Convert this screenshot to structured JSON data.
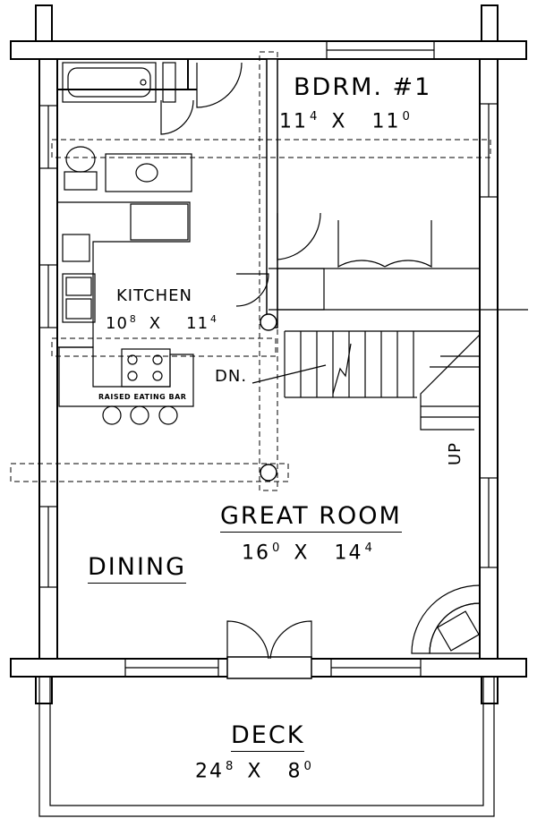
{
  "rooms": {
    "bedroom": {
      "name": "BDRM. #1",
      "ft1": "11",
      "in1": "4",
      "sep": "X",
      "ft2": "11",
      "in2": "0"
    },
    "kitchen": {
      "name": "KITCHEN",
      "ft1": "10",
      "in1": "8",
      "sep": "X",
      "ft2": "11",
      "in2": "4"
    },
    "great_room": {
      "name": "GREAT ROOM",
      "ft1": "16",
      "in1": "0",
      "sep": "X",
      "ft2": "14",
      "in2": "4"
    },
    "dining": {
      "name": "DINING"
    },
    "deck": {
      "name": "DECK",
      "ft1": "24",
      "in1": "8",
      "sep": "X",
      "ft2": "8",
      "in2": "0"
    }
  },
  "labels": {
    "eating_bar": "RAISED EATING BAR",
    "stairs_down": "DN.",
    "stairs_up": "UP"
  }
}
